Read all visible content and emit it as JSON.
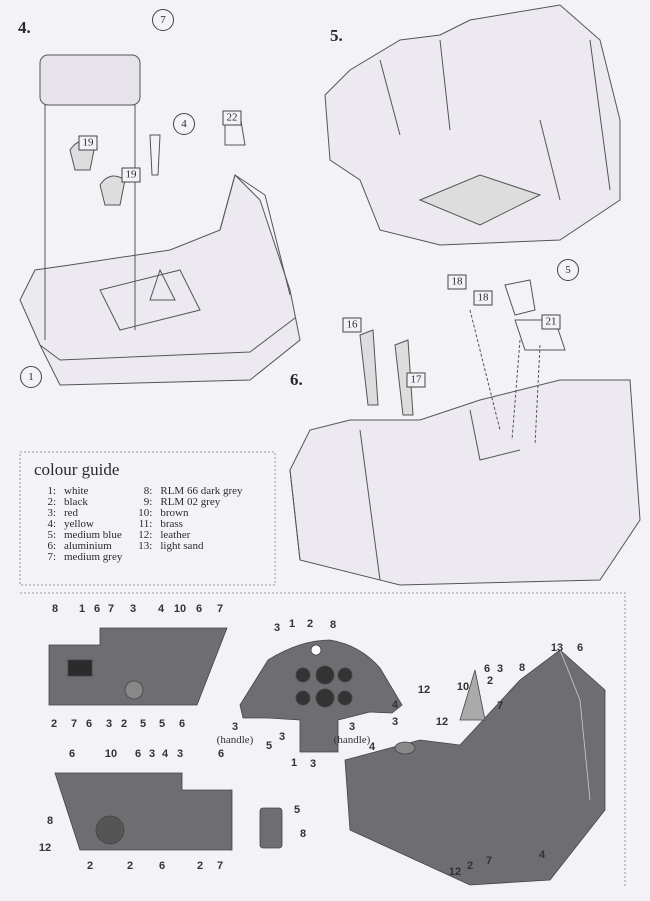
{
  "steps": {
    "s4": "4.",
    "s5": "5.",
    "s6": "6."
  },
  "step4_callouts": [
    "7",
    "4",
    "22",
    "19",
    "19",
    "1"
  ],
  "step6_callouts": [
    "18",
    "18",
    "16",
    "17",
    "5",
    "21"
  ],
  "colour_guide": {
    "title": "colour guide",
    "items": [
      {
        "n": "1:",
        "name": "white"
      },
      {
        "n": "2:",
        "name": "black"
      },
      {
        "n": "3:",
        "name": "red"
      },
      {
        "n": "4:",
        "name": "yellow"
      },
      {
        "n": "5:",
        "name": "medium blue"
      },
      {
        "n": "6:",
        "name": "aluminium"
      },
      {
        "n": "7:",
        "name": "medium grey"
      },
      {
        "n": "8:",
        "name": "RLM 66 dark grey"
      },
      {
        "n": "9:",
        "name": "RLM 02 grey"
      },
      {
        "n": "10:",
        "name": "brown"
      },
      {
        "n": "11:",
        "name": "brass"
      },
      {
        "n": "12:",
        "name": "leather"
      },
      {
        "n": "13:",
        "name": "light sand"
      }
    ]
  },
  "painting_callouts": [
    "8",
    "1",
    "6",
    "7",
    "3",
    "4",
    "10",
    "6",
    "7",
    "2",
    "7",
    "6",
    "3",
    "2",
    "5",
    "5",
    "6",
    "3",
    "1",
    "2",
    "8",
    "4",
    "3",
    "3",
    "5",
    "1",
    "3",
    "4",
    "6",
    "10",
    "6",
    "3",
    "4",
    "3",
    "6",
    "8",
    "12",
    "2",
    "2",
    "6",
    "2",
    "7",
    "5",
    "8",
    "13",
    "6",
    "8",
    "6",
    "3",
    "10",
    "2",
    "7",
    "12",
    "12",
    "2",
    "7",
    "4",
    "12"
  ],
  "handle_label": "3\n(handle)",
  "handle_word": "(handle)",
  "handle_num": "3",
  "colors": {
    "paper": "#f3f2f7",
    "panel": "#6e6e72",
    "ink": "#2a2a2e"
  }
}
